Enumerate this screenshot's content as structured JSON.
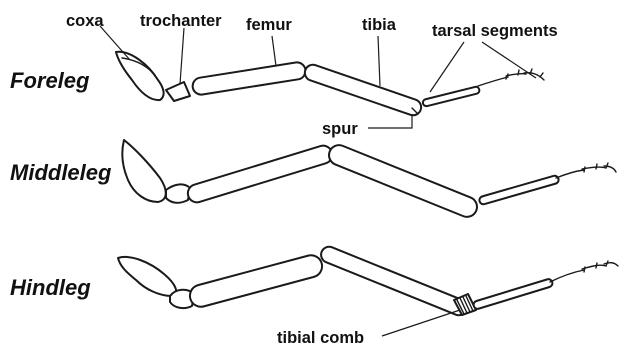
{
  "legs": {
    "foreleg": "Foreleg",
    "middleleg": "Middleleg",
    "hindleg": "Hindleg"
  },
  "labels": {
    "coxa": "coxa",
    "trochanter": "trochanter",
    "femur": "femur",
    "tibia": "tibia",
    "tarsal_segments": "tarsal segments",
    "spur": "spur",
    "tibial_comb": "tibial comb"
  }
}
